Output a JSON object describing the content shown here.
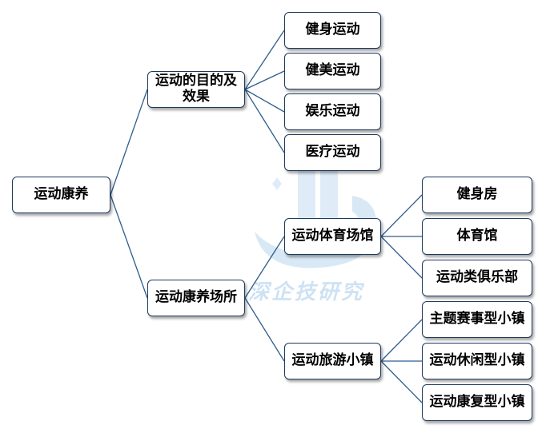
{
  "nodes": {
    "root": "运动康养",
    "purpose": "运动的目的及效果",
    "fitness": "健身运动",
    "bodybuilding": "健美运动",
    "recreation": "娱乐运动",
    "medical": "医疗运动",
    "venues": "运动康养场所",
    "stadium": "运动体育场馆",
    "gym": "健身房",
    "sports_hall": "体育馆",
    "sports_club": "运动类俱乐部",
    "tourism_town": "运动旅游小镇",
    "theme_event_town": "主题赛事型小镇",
    "leisure_town": "运动休闲型小镇",
    "rehab_town": "运动康复型小镇"
  },
  "watermark": {
    "text": "深企技研究",
    "color": "#b9d7ee"
  },
  "colors": {
    "line": "#2f5d8c",
    "border": "#1f3a5f"
  }
}
